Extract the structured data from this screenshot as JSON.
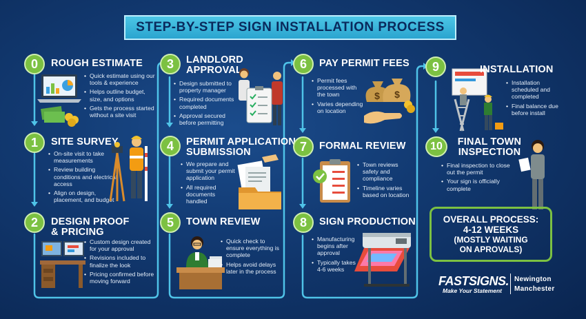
{
  "title": "STEP-BY-STEP SIGN INSTALLATION PROCESS",
  "colors": {
    "accent_green": "#7cc142",
    "banner_cyan": "#3bb7dd",
    "connector": "#4fc3e8",
    "background": "#123a72"
  },
  "steps": [
    {
      "number": "0",
      "title": [
        "ROUGH ESTIMATE"
      ],
      "bullets": [
        "Quick estimate using our tools & experience",
        "Helps outline budget, size, and options",
        "Gets the process started without a site visit"
      ],
      "icon": "laptop-money-icon"
    },
    {
      "number": "1",
      "title": [
        "SITE SURVEY"
      ],
      "bullets": [
        "On-site visit to take measurements",
        "Review building conditions and electrical access",
        "Align on design, placement, and budget"
      ],
      "icon": "surveyor-icon"
    },
    {
      "number": "2",
      "title": [
        "DESIGN PROOF",
        "& PRICING"
      ],
      "bullets": [
        "Custom design created for your approval",
        "Revisions included to finalize the look",
        "Pricing confirmed before moving forward"
      ],
      "icon": "design-desk-icon"
    },
    {
      "number": "3",
      "title": [
        "LANDLORD",
        "APPROVAL"
      ],
      "bullets": [
        "Design submitted to property manager",
        "Required documents completed",
        "Approval secured before permitting"
      ],
      "icon": "checklist-people-icon"
    },
    {
      "number": "4",
      "title": [
        "PERMIT APPLICATION",
        "SUBMISSION"
      ],
      "bullets": [
        "We prepare and submit your permit application",
        "All required documents handled"
      ],
      "icon": "documents-folder-icon"
    },
    {
      "number": "5",
      "title": [
        "TOWN REVIEW"
      ],
      "bullets": [
        "Quick check to ensure everything is complete",
        "Helps avoid delays later in the process"
      ],
      "icon": "clerk-desk-icon"
    },
    {
      "number": "6",
      "title": [
        "PAY PERMIT FEES"
      ],
      "bullets": [
        "Permit fees processed with the town",
        "Varies depending on location"
      ],
      "icon": "money-bags-icon"
    },
    {
      "number": "7",
      "title": [
        "FORMAL REVIEW"
      ],
      "bullets": [
        "Town reviews safety and compliance",
        "Timeline varies based on location"
      ],
      "icon": "clipboard-check-icon"
    },
    {
      "number": "8",
      "title": [
        "SIGN PRODUCTION"
      ],
      "bullets": [
        "Manufacturing begins after approval",
        "Typically takes 4-6 weeks"
      ],
      "icon": "printer-icon"
    },
    {
      "number": "9",
      "title": [
        "INSTALLATION"
      ],
      "bullets": [
        "Installation scheduled and completed",
        "Final balance due before install"
      ],
      "icon": "installers-icon"
    },
    {
      "number": "10",
      "title": [
        "FINAL TOWN",
        "INSPECTION"
      ],
      "bullets": [
        "Final inspection to close out the permit",
        "Your sign is officially complete"
      ],
      "icon": "inspector-icon"
    }
  ],
  "overall": {
    "line1": "OVERALL PROCESS:",
    "line2": "4-12 WEEKS",
    "line3": "(MOSTLY WAITING",
    "line4": "ON APROVALS)"
  },
  "brand": {
    "logo": "FASTSIGNS.",
    "tagline": "Make Your Statement",
    "location1": "Newington",
    "location2": "Manchester"
  }
}
